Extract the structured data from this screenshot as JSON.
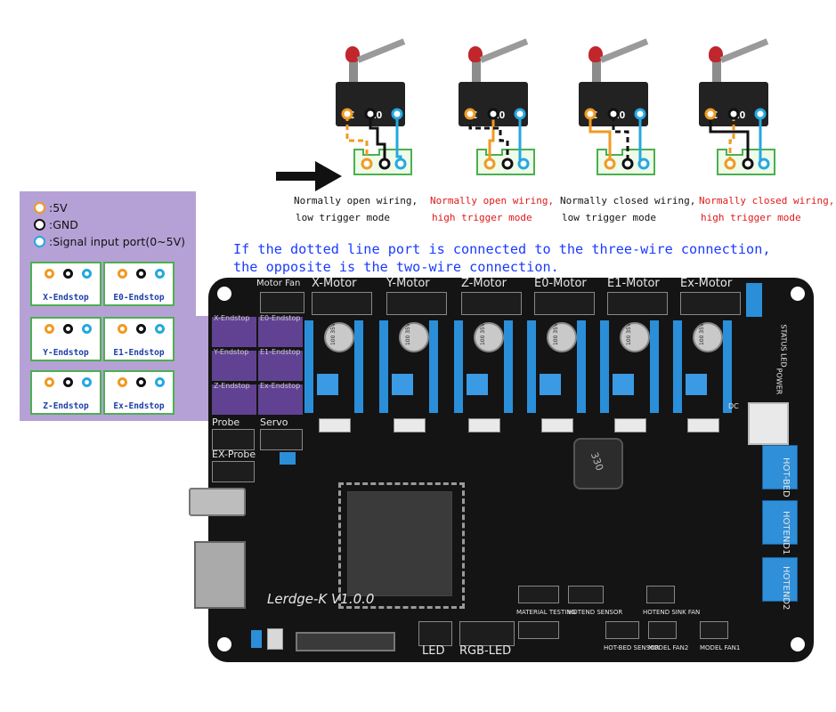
{
  "switches": [
    {
      "pins": [
        "NC",
        "NO",
        "C"
      ],
      "caption_lines": [
        "Normally open wiring,",
        "low trigger mode"
      ],
      "caption_color": "black"
    },
    {
      "pins": [
        "NC",
        "NO",
        "C"
      ],
      "caption_lines": [
        "Normally open wiring,",
        "high trigger mode"
      ],
      "caption_color": "red"
    },
    {
      "pins": [
        "NC",
        "NO",
        "C"
      ],
      "caption_lines": [
        "Normally closed wiring,",
        "low trigger mode"
      ],
      "caption_color": "black"
    },
    {
      "pins": [
        "NC",
        "NO",
        "C"
      ],
      "caption_lines": [
        "Normally closed wiring,",
        "high trigger mode"
      ],
      "caption_color": "red"
    }
  ],
  "notice": {
    "line1": "If the dotted line port is connected to the three-wire connection,",
    "line2": "the opposite is the two-wire connection."
  },
  "legend": {
    "items": [
      {
        "icon": "orange-dot-icon",
        "label": ":5V"
      },
      {
        "icon": "black-dot-icon",
        "label": ":GND"
      },
      {
        "icon": "blue-dot-icon",
        "label": ":Signal input port(0~5V)"
      }
    ],
    "endstops": [
      "X-Endstop",
      "E0-Endstop",
      "Y-Endstop",
      "E1-Endstop",
      "Z-Endstop",
      "Ex-Endstop"
    ]
  },
  "board": {
    "top_labels": [
      "Motor Fan",
      "X-Motor",
      "Y-Motor",
      "Z-Motor",
      "E0-Motor",
      "E1-Motor",
      "Ex-Motor"
    ],
    "left_labels": [
      "X-Endstop",
      "E0-Endstop",
      "Y-Endstop",
      "E1-Endstop",
      "Z-Endstop",
      "Ex-Endstop",
      "Probe",
      "Servo",
      "EX-Probe"
    ],
    "right_labels": [
      "STATUS LED",
      "POWER",
      "DC",
      "HOT-BED",
      "HOTEND1",
      "HOTEND2"
    ],
    "bottom_labels": [
      "LED",
      "RGB-LED",
      "MATERIAL TESTING",
      "HOTEND SENSOR",
      "HOTEND SINK FAN",
      "HOT-BED SENSOR",
      "MODEL FAN2",
      "MODEL FAN1"
    ],
    "model": "Lerdge-K V1.0.0",
    "inductor": "330",
    "cap_text": "100 35V"
  },
  "colors": {
    "v5": "#f09a22",
    "gnd": "#111111",
    "signal": "#25a8e0",
    "legend_bg": "#b6a1d6",
    "notice_text": "#1a3bff",
    "red_caption": "#e01818"
  }
}
